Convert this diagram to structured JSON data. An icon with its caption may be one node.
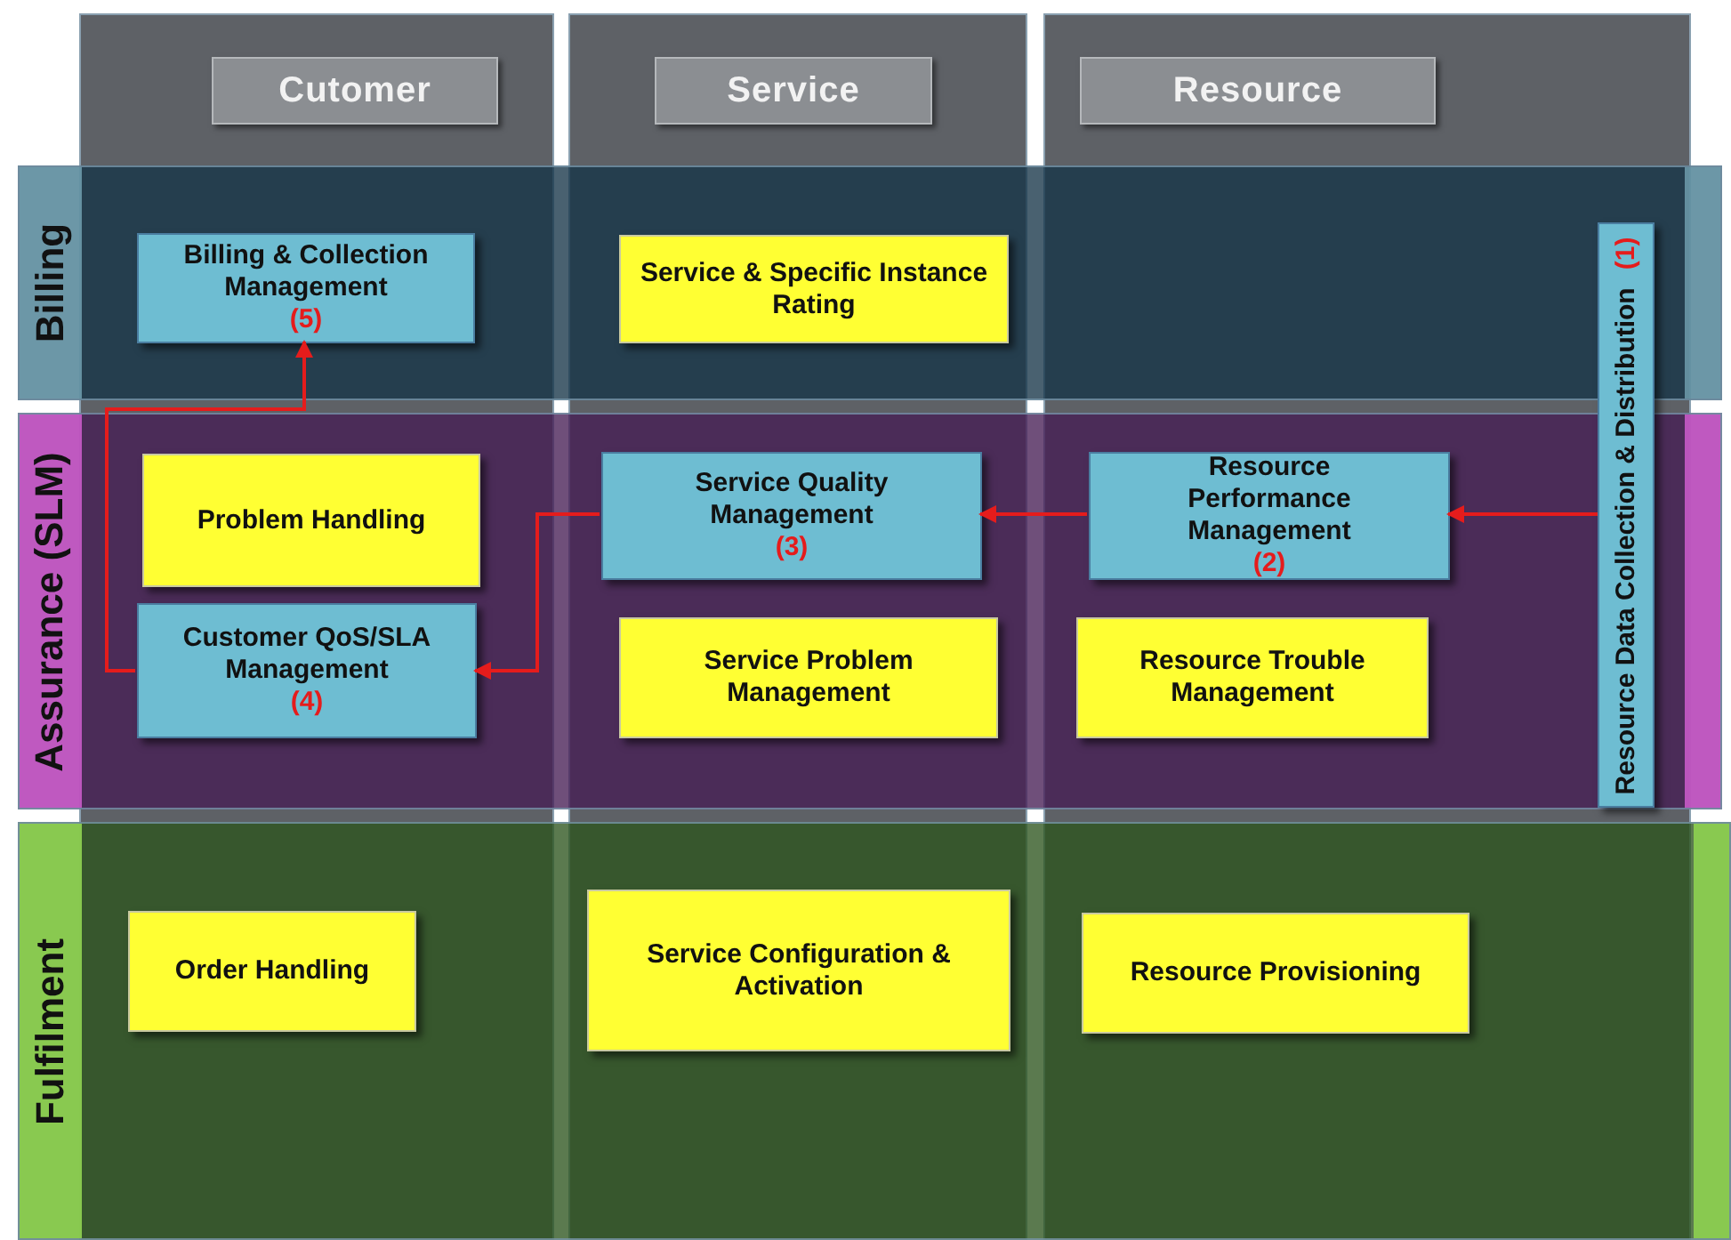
{
  "diagram": {
    "nodes": [
      {
        "text": [
          "Cutomer"
        ]
      },
      {
        "text": [
          "Service"
        ]
      },
      {
        "text": [
          "Resource"
        ]
      },
      {
        "text": [
          "Billing"
        ]
      },
      {
        "text": [
          "Assurance (SLM)"
        ]
      },
      {
        "text": [
          "Fulfilment"
        ]
      },
      {
        "text": [
          "Billing & Collection Management",
          "(5)"
        ],
        "in": 3
      },
      {
        "text": [
          "Service & Specific Instance Rating"
        ],
        "in": 3
      },
      {
        "text": [
          "Resource Data Collection & Distribution",
          "(1)"
        ]
      },
      {
        "text": [
          "Problem Handling"
        ],
        "in": 4
      },
      {
        "text": [
          "Service Quality Management",
          "(3)"
        ],
        "in": 4
      },
      {
        "text": [
          "Resource Performance Management",
          "(2)"
        ],
        "in": 4
      },
      {
        "text": [
          "Customer QoS/SLA Management",
          "(4)"
        ],
        "in": 4
      },
      {
        "text": [
          "Service Problem Management"
        ],
        "in": 4
      },
      {
        "text": [
          "Resource Trouble Management"
        ],
        "in": 4
      },
      {
        "text": [
          "Order Handling"
        ],
        "in": 5
      },
      {
        "text": [
          "Service Configuration & Activation"
        ],
        "in": 5
      },
      {
        "text": [
          "Resource Provisioning"
        ],
        "in": 5
      }
    ],
    "edges": [
      {
        "from": 8,
        "to": 11,
        "arrow": "to"
      },
      {
        "from": 11,
        "to": 10,
        "arrow": "to"
      },
      {
        "from": 10,
        "to": 12,
        "arrow": "to"
      },
      {
        "from": 12,
        "to": 6,
        "arrow": "to"
      }
    ]
  }
}
